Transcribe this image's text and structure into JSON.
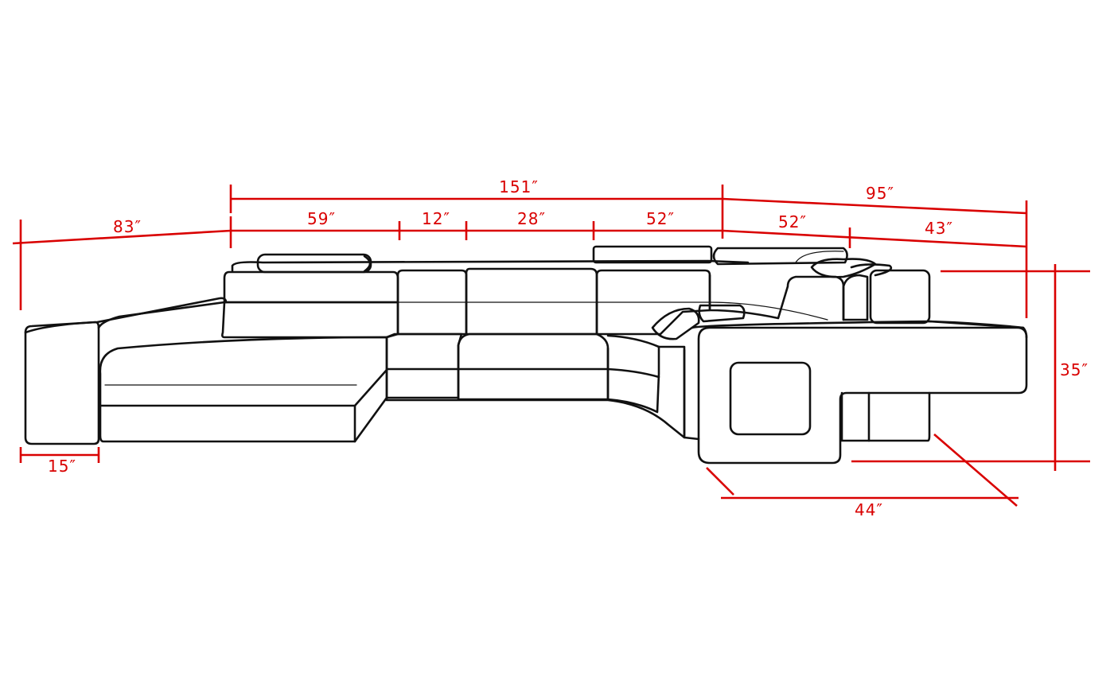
{
  "colors": {
    "dimension": "#d90000",
    "outline": "#111111",
    "background": "#ffffff"
  },
  "dimensions": {
    "overall_main": "151″",
    "overall_right": "95″",
    "left_depth": "83″",
    "seg_1": "59″",
    "seg_2": "12″",
    "seg_3": "28″",
    "seg_4": "52″",
    "right_seg_1": "52″",
    "right_seg_2": "43″",
    "height": "35″",
    "arm_width": "15″",
    "right_depth": "44″"
  }
}
